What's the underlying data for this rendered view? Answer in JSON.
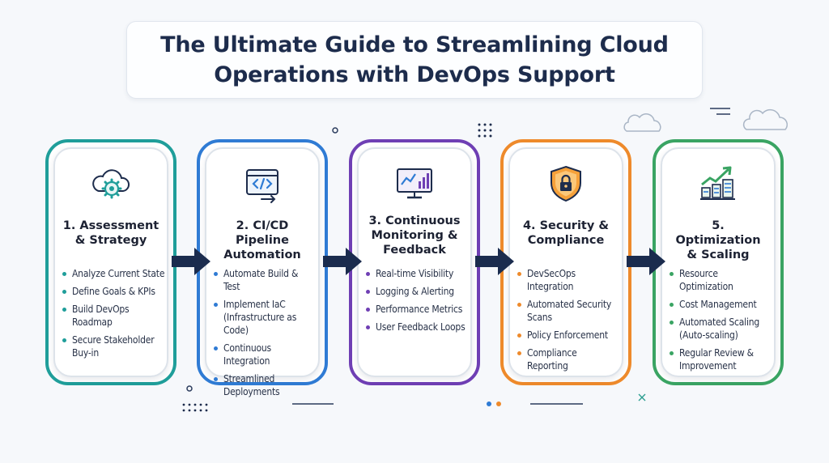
{
  "title": {
    "line1": "The Ultimate Guide to Streamlining Cloud",
    "line2": "Operations with DevOps Support"
  },
  "steps": [
    {
      "title_line1": "1. Assessment",
      "title_line2": "& Strategy",
      "title_line3": "",
      "icon": "cloud-gear-icon",
      "color": "#1f9e9a",
      "items": [
        "Analyze Current State",
        "Define Goals & KPIs",
        "Build DevOps Roadmap",
        "Secure Stakeholder Buy-in"
      ]
    },
    {
      "title_line1": "2. CI/CD Pipeline",
      "title_line2": "Automation",
      "title_line3": "",
      "icon": "code-window-icon",
      "color": "#2f7bd4",
      "items": [
        "Automate Build & Test",
        "Implement IaC (Infrastructure as Code)",
        "Continuous Integration",
        "Streamlined Deployments"
      ]
    },
    {
      "title_line1": "3. Continuous",
      "title_line2": "Monitoring &",
      "title_line3": "Feedback",
      "icon": "monitor-chart-icon",
      "color": "#6f3fb4",
      "items": [
        "Real-time Visibility",
        "Logging & Alerting",
        "Performance Metrics",
        "User Feedback Loops"
      ]
    },
    {
      "title_line1": "4. Security &",
      "title_line2": "Compliance",
      "title_line3": "",
      "icon": "shield-lock-icon",
      "color": "#ee8a2b",
      "items": [
        "DevSecOps Integration",
        "Automated Security Scans",
        "Policy Enforcement",
        "Compliance Reporting"
      ]
    },
    {
      "title_line1": "5. Optimization",
      "title_line2": "& Scaling",
      "title_line3": "",
      "icon": "growth-chart-servers-icon",
      "color": "#3aa463",
      "items": [
        "Resource Optimization",
        "Cost Management",
        "Automated Scaling (Auto-scaling)",
        "Regular Review & Improvement"
      ]
    }
  ],
  "colors": {
    "arrow": "#1b2c4e",
    "background": "#f6f8fb",
    "title_text": "#1d2c4c"
  }
}
